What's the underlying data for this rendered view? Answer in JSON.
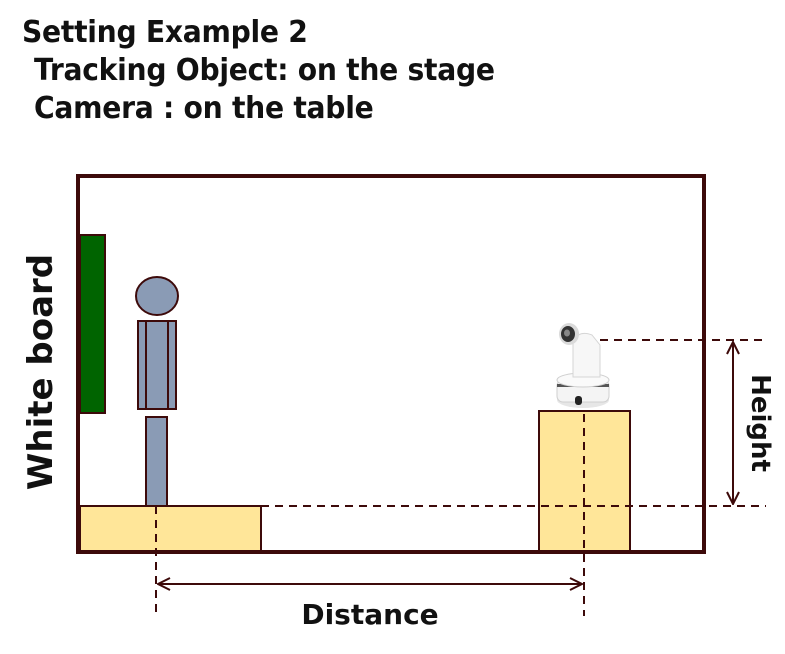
{
  "title": {
    "heading": "Setting Example 2",
    "tracking_object": "Tracking Object: on the stage",
    "camera": "Camera : on the table"
  },
  "labels": {
    "white_board": "White board",
    "height": "Height",
    "distance": "Distance"
  },
  "colors": {
    "outline": "#3d0a0a",
    "whiteboard_fill": "#006400",
    "person_fill": "#8a9bb5",
    "stage_fill": "#ffe699",
    "table_fill": "#ffe699",
    "dash": "#3d0a0a",
    "camera_body": "#f2f2f2"
  },
  "elements": {
    "room": "room-outline",
    "stage": "stage",
    "table": "camera-table",
    "person": "tracking-object-person",
    "camera": "ptz-camera",
    "whiteboard": "whiteboard"
  }
}
